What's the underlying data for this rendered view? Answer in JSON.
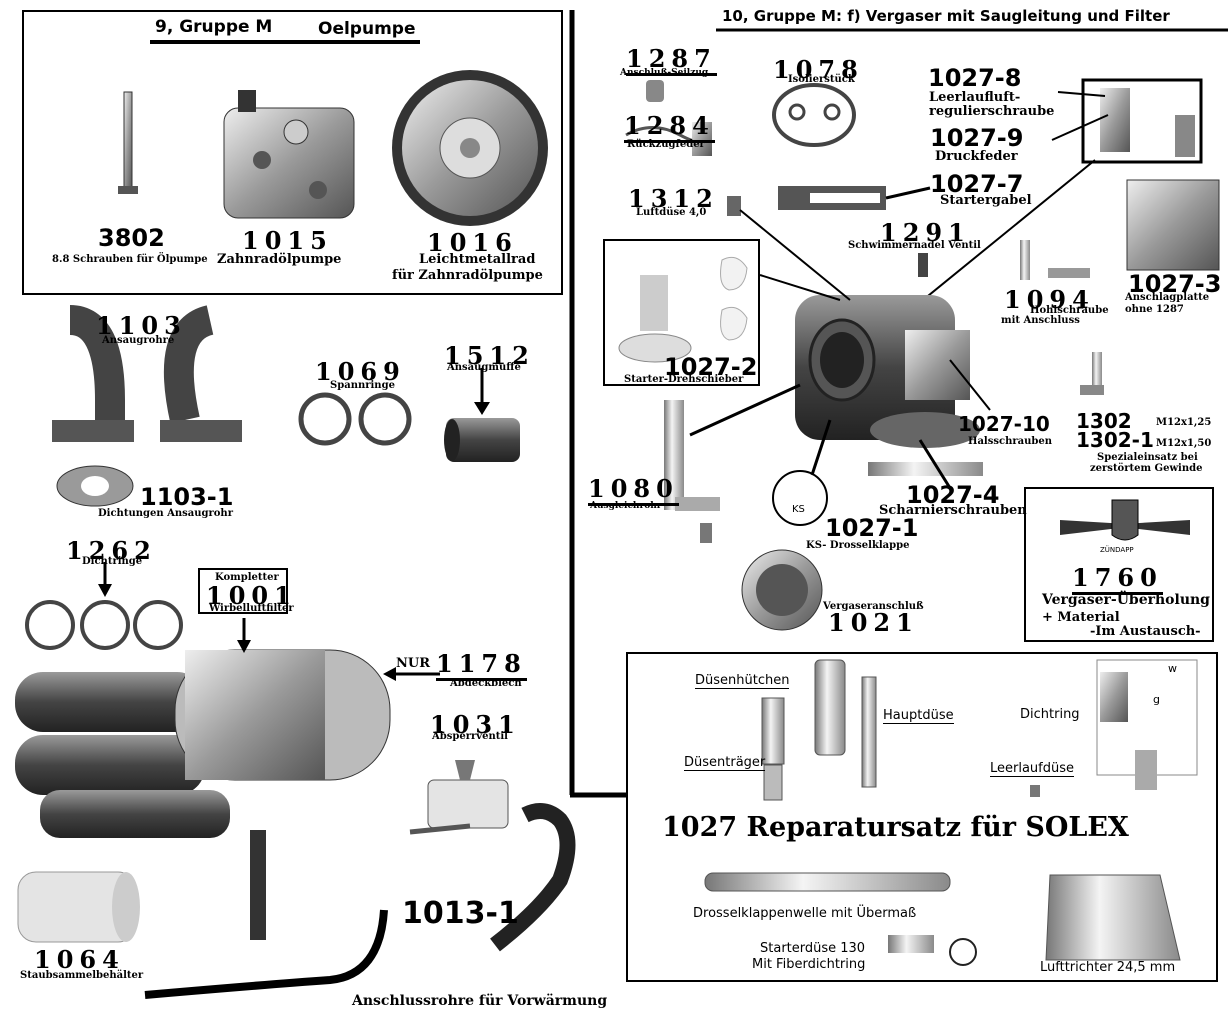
{
  "oil_pump_section": {
    "title_group": "9, Gruppe M",
    "title_name": "Oelpumpe",
    "parts": [
      {
        "number": "3802",
        "label": "8.8 Schrauben für Ölpumpe"
      },
      {
        "number": "1015",
        "label": "Zahnradölpumpe"
      },
      {
        "number": "1016",
        "label_line1": "Leichtmetallrad",
        "label_line2": "für Zahnradölpumpe"
      }
    ]
  },
  "carb_section": {
    "title": "10, Gruppe M: f) Vergaser mit Saugleitung und Filter",
    "parts": {
      "p1287": {
        "number": "1287",
        "label": "Anschluß-Seilzug"
      },
      "p1078": {
        "number": "1078",
        "label": "Isolierstück"
      },
      "p1027_8": {
        "number": "1027-8",
        "label_line1": "Leerlaufluft-",
        "label_line2": "regulierschraube"
      },
      "p1284": {
        "number": "1284",
        "label": "Rückzugfeder"
      },
      "p1027_9": {
        "number": "1027-9",
        "label": "Druckfeder"
      },
      "p1027_7": {
        "number": "1027-7",
        "label": "Startergabel"
      },
      "p1312": {
        "number": "1312",
        "label": "Luftdüse 4,0"
      },
      "p1291": {
        "number": "1291",
        "label": "Schwimmernadel Ventil"
      },
      "p1094": {
        "number": "1094",
        "label_line1": "Hohlschraube",
        "label_line2": "mit Anschluss"
      },
      "p1027_3": {
        "number": "1027-3",
        "label_line1": "Anschlagplatte",
        "label_line2": "ohne 1287"
      },
      "p1027_2": {
        "number": "1027-2",
        "label": "Starter-Drehschieber"
      },
      "p1302": {
        "number": "1302",
        "spec": "M12x1,25"
      },
      "p1302_1": {
        "number": "1302-1",
        "spec": "M12x1,50",
        "label_line1": "Spezialeinsatz bei",
        "label_line2": "zerstörtem Gewinde"
      },
      "p1027_10": {
        "number": "1027-10",
        "label": "Halsschrauben"
      },
      "p1080": {
        "number": "1080",
        "label": "Ausgleichrohr"
      },
      "p1027_4": {
        "number": "1027-4",
        "label": "Scharnierschrauben"
      },
      "p1027_1": {
        "number": "1027-1",
        "label": "KS- Drosselklappe",
        "mark": "KS"
      },
      "p1021": {
        "number": "1021",
        "label": "Vergaseranschluß"
      }
    }
  },
  "overhaul_box": {
    "brand": "ZÜNDAPP",
    "number": "1760",
    "line1": "Vergaser-Überholung",
    "line2": "+ Material",
    "line3": "-Im Austausch-"
  },
  "repair_kit": {
    "title": "1027 Reparatursatz für SOLEX",
    "labels": {
      "duesenhuetchen": "Düsenhütchen",
      "hauptduese": "Hauptdüse",
      "duesentraeger": "Düsenträger",
      "dichtring": "Dichtring",
      "leerlaufduese": "Leerlaufdüse",
      "w": "w",
      "g": "g",
      "welle": "Drosselklappenwelle mit Übermaß",
      "starterduese1": "Starterdüse 130",
      "starterduese2": "Mit Fiberdichtring",
      "lufttrichter": "Lufttrichter 24,5 mm"
    }
  },
  "left_parts": {
    "p1103": {
      "number": "1103",
      "label": "Ansaugrohre"
    },
    "p1069": {
      "number": "1069",
      "label": "Spannringe"
    },
    "p1512": {
      "number": "1512",
      "label": "Ansaugmuffe"
    },
    "p1103_1": {
      "number": "1103-1",
      "label": "Dichtungen Ansaugrohr"
    },
    "p1262": {
      "number": "1262",
      "label": "Dichtringe"
    },
    "p1001": {
      "prefix": "Kompletter",
      "number": "1001",
      "label": "Wirbelluftfilter"
    },
    "p1178": {
      "prefix": "NUR",
      "number": "1178",
      "label": "Abdeckblech"
    },
    "p1031": {
      "number": "1031",
      "label": "Absperrventil"
    },
    "p1064": {
      "number": "1064",
      "label": "Staubsammelbehälter"
    },
    "p1013_1": {
      "number": "1013-1",
      "label": "Anschlussrohre für Vorwärmung"
    }
  }
}
